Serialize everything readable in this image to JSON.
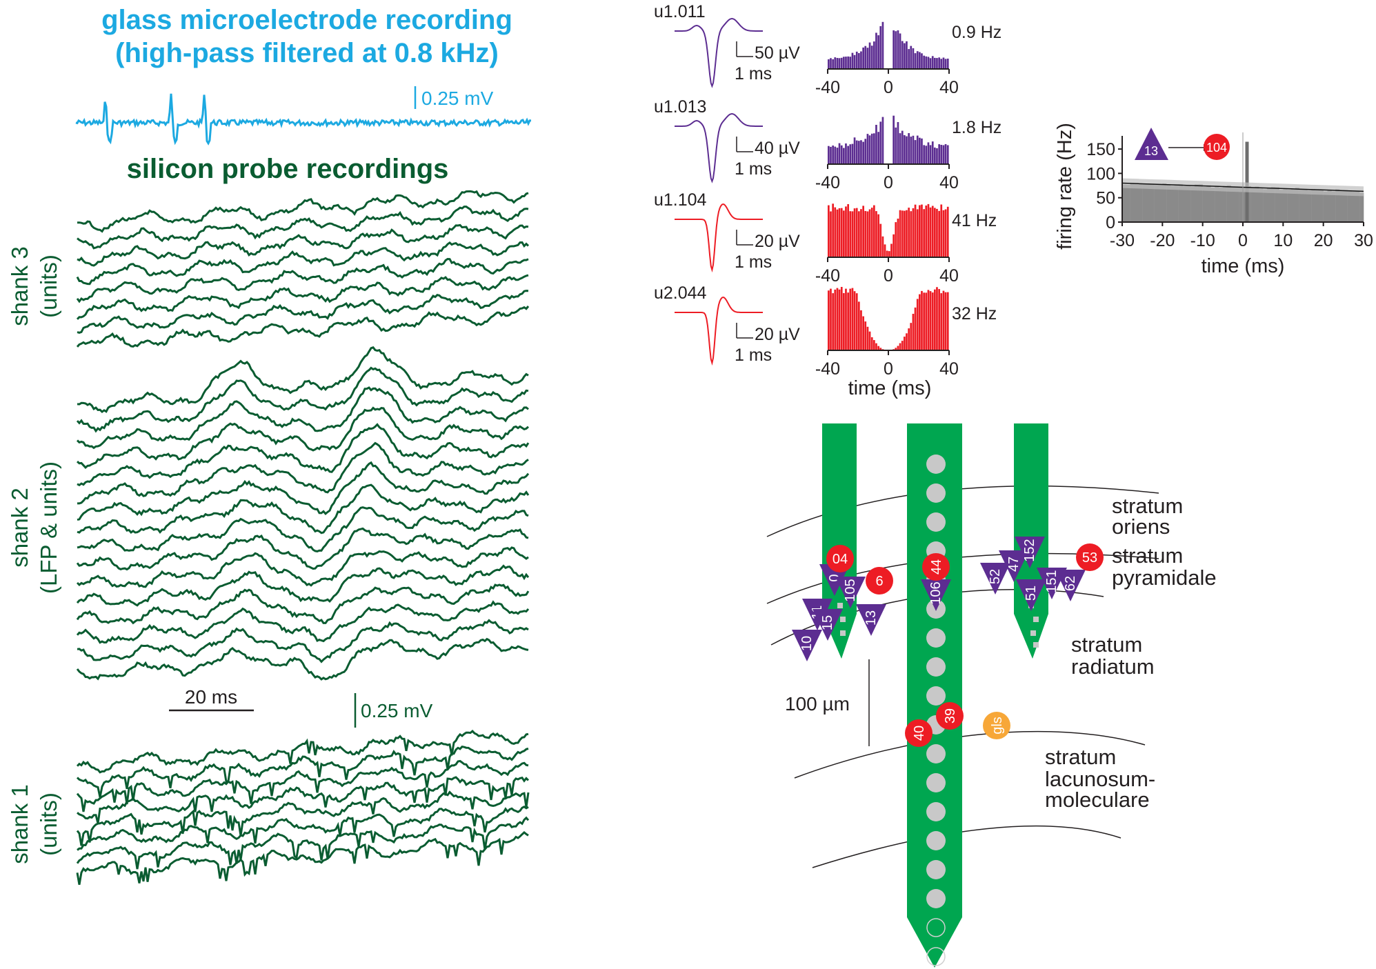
{
  "colors": {
    "glass": "#1ca9e1",
    "probe": "#0a5c31",
    "shank_fill": "#00a650",
    "pyramidal": "#5c2d91",
    "interneuron": "#ed1c24",
    "glass_site": "#f7a738",
    "site": "#c8c8c8",
    "ink": "#231f20"
  },
  "left_panel": {
    "glass_title_line1": "glass microelectrode recording",
    "glass_title_line2": "(high-pass filtered at 0.8 kHz)",
    "glass_scale": "0.25 mV",
    "probe_title": "silicon probe recordings",
    "shank3_label_line1": "shank 3",
    "shank3_label_line2": "(units)",
    "shank2_label_line1": "shank 2",
    "shank2_label_line2": "(LFP & units)",
    "shank1_label_line1": "shank 1",
    "shank1_label_line2": "(units)",
    "time_scale": "20 ms",
    "volt_scale": "0.25 mV",
    "shank3_trace_count": 8,
    "shank2_trace_count": 16,
    "shank1_trace_count": 8
  },
  "units": [
    {
      "id": "u1.011",
      "rate": "0.9 Hz",
      "amp_scale": "50 µV",
      "time_scale": "1 ms",
      "type": "pyramidal",
      "ticks": [
        "-40",
        "0",
        "40"
      ]
    },
    {
      "id": "u1.013",
      "rate": "1.8 Hz",
      "amp_scale": "40 µV",
      "time_scale": "1 ms",
      "type": "pyramidal",
      "ticks": [
        "-40",
        "0",
        "40"
      ]
    },
    {
      "id": "u1.104",
      "rate": "41 Hz",
      "amp_scale": "20 µV",
      "time_scale": "1 ms",
      "type": "interneuron",
      "ticks": [
        "-40",
        "0",
        "40"
      ]
    },
    {
      "id": "u2.044",
      "rate": "32 Hz",
      "amp_scale": "20 µV",
      "time_scale": "1 ms",
      "type": "interneuron",
      "ticks": [
        "-40",
        "0",
        "40"
      ]
    }
  ],
  "acg_xlabel": "time (ms)",
  "ccg": {
    "ylabel": "firing rate (Hz)",
    "xlabel": "time (ms)",
    "yticks": [
      "0",
      "50",
      "100",
      "150"
    ],
    "xticks": [
      "-30",
      "-20",
      "-10",
      "0",
      "10",
      "20",
      "30"
    ],
    "pre_unit": "13",
    "post_unit": "104"
  },
  "chart_data": {
    "type": "bar",
    "xlabel": "time (ms)",
    "ylabel": "firing rate (Hz)",
    "xlim": [
      -30,
      30
    ],
    "ylim": [
      0,
      170
    ],
    "series": [
      {
        "values_x": [
          -30,
          -20,
          -10,
          0,
          1,
          10,
          20,
          30
        ],
        "values": [
          80,
          80,
          78,
          75,
          165,
          75,
          70,
          62
        ]
      }
    ]
  },
  "anatomy": {
    "layer_oriens_1": "stratum",
    "layer_oriens_2": "oriens",
    "layer_pyr_1": "stratum",
    "layer_pyr_2": "pyramidale",
    "layer_rad_1": "stratum",
    "layer_rad_2": "radiatum",
    "layer_lm_1": "stratum",
    "layer_lm_2": "lacunosum-",
    "layer_lm_3": "moleculare",
    "scale": "100 µm",
    "red_units": [
      "04",
      "6",
      "44",
      "53",
      "39",
      "40"
    ],
    "purple_units": [
      "0",
      "105",
      "11",
      "10",
      "13",
      "15",
      "106",
      "52",
      "47",
      "152",
      "51",
      "151",
      "62"
    ],
    "glass_site": "gls"
  }
}
